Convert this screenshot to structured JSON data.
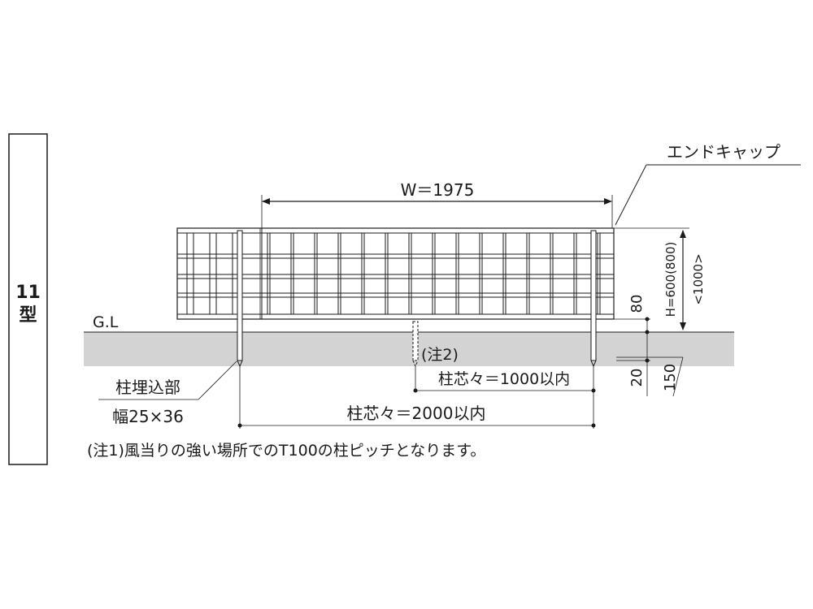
{
  "type_label": {
    "number": "11",
    "kanji": "型"
  },
  "labels": {
    "end_cap": "エンドキャップ",
    "width": "W＝1975",
    "height": "H=600(800)",
    "height_alt": "<1000>",
    "ground_line": "G.L",
    "dim_80": "80",
    "dim_20": "20",
    "dim_150": "150",
    "note2_ref": "(注2)",
    "post_pitch_1000": "柱芯々＝1000以内",
    "post_pitch_2000": "柱芯々＝2000以内",
    "embed_label": "柱埋込部",
    "embed_size": "幅25×36",
    "note1": "(注1)風当りの強い場所でのT100の柱ピッチとなります。"
  },
  "colors": {
    "line": "#1a1a1a",
    "ground": "#d3d3d3",
    "border": "#1a1a1a"
  }
}
